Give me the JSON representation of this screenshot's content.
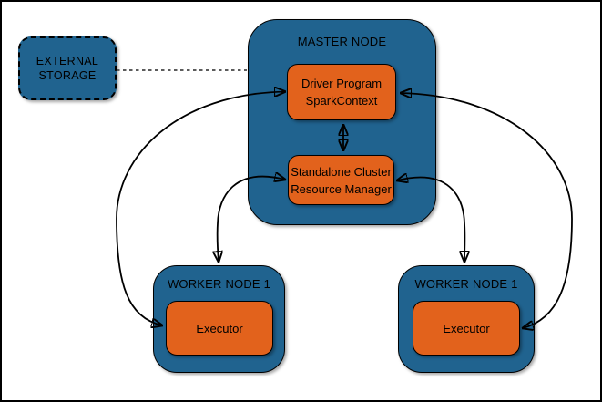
{
  "colors": {
    "node_fill": "#20638F",
    "box_fill": "#E2621C",
    "stroke": "#000000",
    "dashed_link": "#5C5C5C",
    "background": "#FFFFFF"
  },
  "external_storage": {
    "line1": "EXTERNAL",
    "line2": "STORAGE"
  },
  "master_node": {
    "title": "MASTER NODE",
    "driver_program": {
      "line1": "Driver Program",
      "line2": "SparkContext"
    },
    "resource_manager": {
      "line1": "Standalone Cluster",
      "line2": "Resource Manager"
    }
  },
  "workers": [
    {
      "title": "WORKER NODE 1",
      "executor_label": "Executor"
    },
    {
      "title": "WORKER NODE 1",
      "executor_label": "Executor"
    }
  ]
}
